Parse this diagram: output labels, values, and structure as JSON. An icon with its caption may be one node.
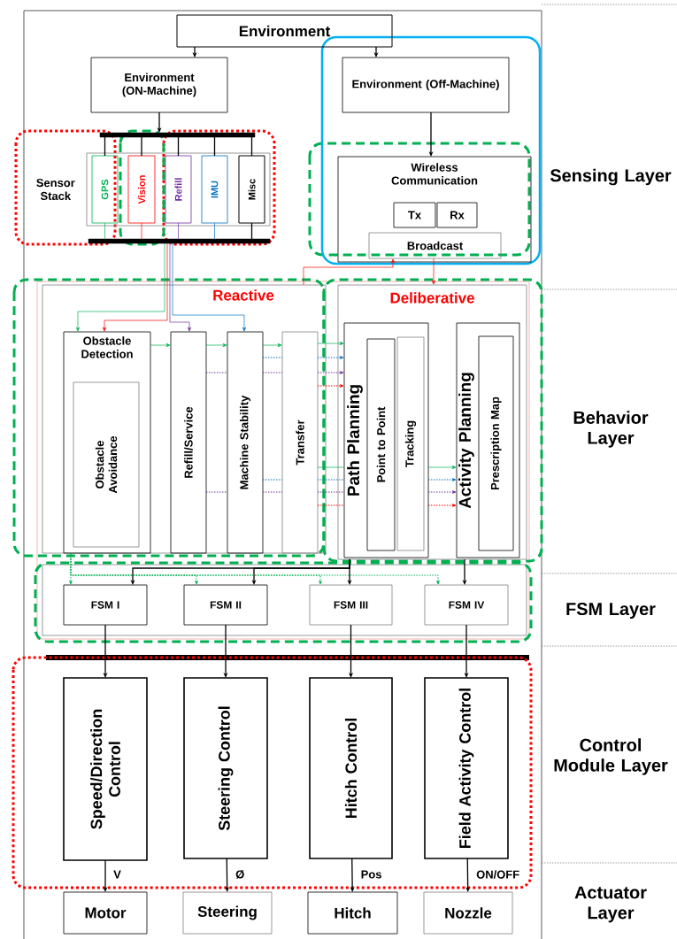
{
  "diagram": {
    "nodes": [
      {
        "text": [
          "Environment"
        ]
      },
      {
        "text": [
          "Environment (ON-Machine)"
        ]
      },
      {
        "text": [
          "Environment (Off-Machine)"
        ]
      },
      {
        "text": [
          "Sensor Stack"
        ]
      },
      {
        "text": [
          "GPS"
        ],
        "in": 3
      },
      {
        "text": [
          "Vision"
        ],
        "in": 3
      },
      {
        "text": [
          "Refill"
        ],
        "in": 3
      },
      {
        "text": [
          "IMU"
        ],
        "in": 3
      },
      {
        "text": [
          "Misc"
        ],
        "in": 3
      },
      {
        "text": [
          "Wireless Communication"
        ]
      },
      {
        "text": [
          "Tx"
        ],
        "in": 9
      },
      {
        "text": [
          "Rx"
        ],
        "in": 9
      },
      {
        "text": [
          "Broadcast"
        ],
        "in": 9
      },
      {
        "text": [
          "Reactive"
        ]
      },
      {
        "text": [
          "Obstacle Detection"
        ],
        "in": 13
      },
      {
        "text": [
          "Obstacle Avoidance"
        ],
        "in": 14
      },
      {
        "text": [
          "Refill/Service"
        ],
        "in": 13
      },
      {
        "text": [
          "Machine Stability"
        ],
        "in": 13
      },
      {
        "text": [
          "Transfer"
        ],
        "in": 13
      },
      {
        "text": [
          "Deliberative"
        ]
      },
      {
        "text": [
          "Path Planning"
        ],
        "in": 19
      },
      {
        "text": [
          "Point to Point"
        ],
        "in": 20
      },
      {
        "text": [
          "Tracking"
        ],
        "in": 20
      },
      {
        "text": [
          "Activity Planning"
        ],
        "in": 19
      },
      {
        "text": [
          "Prescription Map"
        ],
        "in": 23
      },
      {
        "text": [
          "FSM I"
        ]
      },
      {
        "text": [
          "FSM II"
        ]
      },
      {
        "text": [
          "FSM III"
        ]
      },
      {
        "text": [
          "FSM IV"
        ]
      },
      {
        "text": [
          "Speed/Direction Control"
        ]
      },
      {
        "text": [
          "Steering Control"
        ]
      },
      {
        "text": [
          "Hitch Control"
        ]
      },
      {
        "text": [
          "Field Activity Control"
        ]
      },
      {
        "text": [
          "Motor"
        ]
      },
      {
        "text": [
          "Steering"
        ]
      },
      {
        "text": [
          "Hitch"
        ]
      },
      {
        "text": [
          "Nozzle"
        ]
      },
      {
        "text": [],
        "shape": "bar"
      },
      {
        "text": [],
        "shape": "bar"
      }
    ],
    "edges": [
      {
        "from": 0,
        "to": 1,
        "arrow": "to"
      },
      {
        "from": 0,
        "to": 2,
        "arrow": "to"
      },
      {
        "from": 1,
        "to": 37,
        "arrow": "to"
      },
      {
        "from": 37,
        "to": 4,
        "arrow": "none"
      },
      {
        "from": 37,
        "to": 5,
        "arrow": "none"
      },
      {
        "from": 37,
        "to": 6,
        "arrow": "none"
      },
      {
        "from": 37,
        "to": 7,
        "arrow": "none"
      },
      {
        "from": 37,
        "to": 8,
        "arrow": "none"
      },
      {
        "from": 2,
        "to": 9,
        "arrow": "to"
      },
      {
        "from": 4,
        "to": 38,
        "arrow": "none",
        "color": "#00b050"
      },
      {
        "from": 5,
        "to": 38,
        "arrow": "none",
        "color": "#ff0000"
      },
      {
        "from": 6,
        "to": 38,
        "arrow": "none",
        "color": "#7030a0"
      },
      {
        "from": 7,
        "to": 38,
        "arrow": "none",
        "color": "#0070c0"
      },
      {
        "from": 8,
        "to": 38,
        "arrow": "none"
      },
      {
        "from": 38,
        "to": 14,
        "arrow": "to",
        "color": "#00b050"
      },
      {
        "from": 38,
        "to": 14,
        "arrow": "to",
        "color": "#ff0000"
      },
      {
        "from": 38,
        "to": 16,
        "arrow": "to",
        "color": "#7030a0"
      },
      {
        "from": 38,
        "to": 17,
        "arrow": "to",
        "color": "#0070c0"
      },
      {
        "from": 13,
        "to": 12,
        "arrow": "to",
        "color": "#ff0000"
      },
      {
        "from": 12,
        "to": 19,
        "arrow": "to",
        "color": "#ff0000"
      },
      {
        "from": 14,
        "to": 16,
        "arrow": "to",
        "color": "#00b050"
      },
      {
        "from": 16,
        "to": 17,
        "arrow": "to",
        "color": "#00b050"
      },
      {
        "from": 17,
        "to": 18,
        "arrow": "to",
        "color": "#00b050"
      },
      {
        "from": 18,
        "to": 20,
        "arrow": "to",
        "color": "#00b050"
      },
      {
        "from": 17,
        "to": 18,
        "arrow": "none",
        "style": "dashed",
        "color": "#0070c0"
      },
      {
        "from": 18,
        "to": 20,
        "arrow": "to",
        "style": "dashed",
        "color": "#0070c0"
      },
      {
        "from": 16,
        "to": 17,
        "arrow": "none",
        "style": "dashed",
        "color": "#7030a0"
      },
      {
        "from": 17,
        "to": 18,
        "arrow": "none",
        "style": "dashed",
        "color": "#7030a0"
      },
      {
        "from": 18,
        "to": 20,
        "arrow": "to",
        "style": "dashed",
        "color": "#7030a0"
      },
      {
        "from": 18,
        "to": 20,
        "arrow": "to",
        "style": "dashed",
        "color": "#ff0000"
      },
      {
        "from": 18,
        "to": 20,
        "arrow": "none",
        "color": "#00b050"
      },
      {
        "from": 20,
        "to": 23,
        "arrow": "to",
        "color": "#00b050"
      },
      {
        "from": 17,
        "to": 18,
        "arrow": "none",
        "style": "dashed",
        "color": "#0070c0"
      },
      {
        "from": 18,
        "to": 20,
        "arrow": "none",
        "style": "dashed",
        "color": "#0070c0"
      },
      {
        "from": 20,
        "to": 23,
        "arrow": "to",
        "style": "dashed",
        "color": "#0070c0"
      },
      {
        "from": 16,
        "to": 17,
        "arrow": "none",
        "style": "dashed",
        "color": "#7030a0"
      },
      {
        "from": 17,
        "to": 18,
        "arrow": "none",
        "style": "dashed",
        "color": "#7030a0"
      },
      {
        "from": 18,
        "to": 20,
        "arrow": "none",
        "style": "dashed",
        "color": "#7030a0"
      },
      {
        "from": 20,
        "to": 23,
        "arrow": "to",
        "style": "dashed",
        "color": "#7030a0"
      },
      {
        "from": 18,
        "to": 20,
        "arrow": "none",
        "style": "dashed",
        "color": "#ff0000"
      },
      {
        "from": 20,
        "to": 23,
        "arrow": "to",
        "style": "dashed",
        "color": "#ff0000"
      },
      {
        "from": 19,
        "to": 25,
        "arrow": "to"
      },
      {
        "from": 19,
        "to": 26,
        "arrow": "to"
      },
      {
        "from": 19,
        "to": 27,
        "arrow": "to"
      },
      {
        "from": 19,
        "to": 28,
        "arrow": "to"
      },
      {
        "from": 13,
        "to": 25,
        "arrow": "to",
        "style": "dashed",
        "color": "#00b050"
      },
      {
        "from": 13,
        "to": 26,
        "arrow": "to",
        "style": "dashed",
        "color": "#00b050"
      },
      {
        "from": 13,
        "to": 27,
        "arrow": "to",
        "style": "dashed",
        "color": "#00b050"
      },
      {
        "from": 13,
        "to": 28,
        "arrow": "to",
        "style": "dashed",
        "color": "#00b050"
      },
      {
        "from": 25,
        "to": 29,
        "arrow": "to"
      },
      {
        "from": 26,
        "to": 30,
        "arrow": "to"
      },
      {
        "from": 27,
        "to": 31,
        "arrow": "to"
      },
      {
        "from": 28,
        "to": 32,
        "arrow": "to"
      },
      {
        "from": 29,
        "to": 33,
        "arrow": "to",
        "label": "V"
      },
      {
        "from": 30,
        "to": 34,
        "arrow": "to",
        "label": "Ø"
      },
      {
        "from": 31,
        "to": 35,
        "arrow": "to",
        "label": "Pos"
      },
      {
        "from": 32,
        "to": 36,
        "arrow": "to",
        "label": "ON/OFF"
      }
    ],
    "labels": [
      "Sensing Layer",
      "Behavior Layer",
      "FSM Layer",
      "Control Module Layer",
      "Actuator Layer"
    ]
  }
}
